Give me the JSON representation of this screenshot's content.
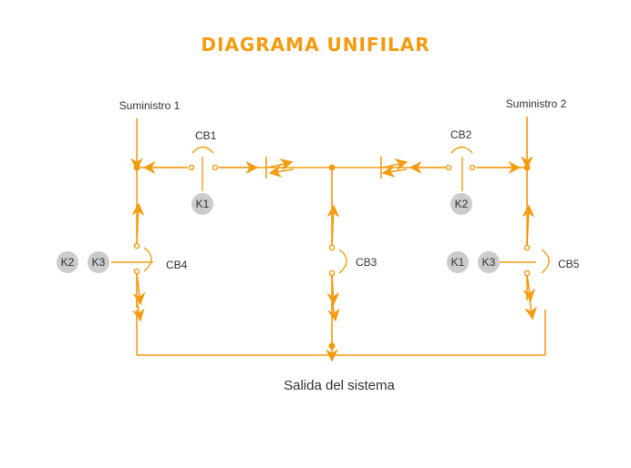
{
  "title": "DIAGRAMA UNIFILAR",
  "supplies": {
    "s1": "Suministro 1",
    "s2": "Suministro 2"
  },
  "breakers": {
    "cb1": "CB1",
    "cb2": "CB2",
    "cb3": "CB3",
    "cb4": "CB4",
    "cb5": "CB5"
  },
  "interlocks": {
    "cb1": [
      "K1"
    ],
    "cb2": [
      "K2"
    ],
    "cb4": [
      "K2",
      "K3"
    ],
    "cb5": [
      "K1",
      "K3"
    ]
  },
  "output": "Salida del sistema",
  "colors": {
    "accent": "#F39C12",
    "gray": "#CCCCCC",
    "text": "#333333"
  }
}
